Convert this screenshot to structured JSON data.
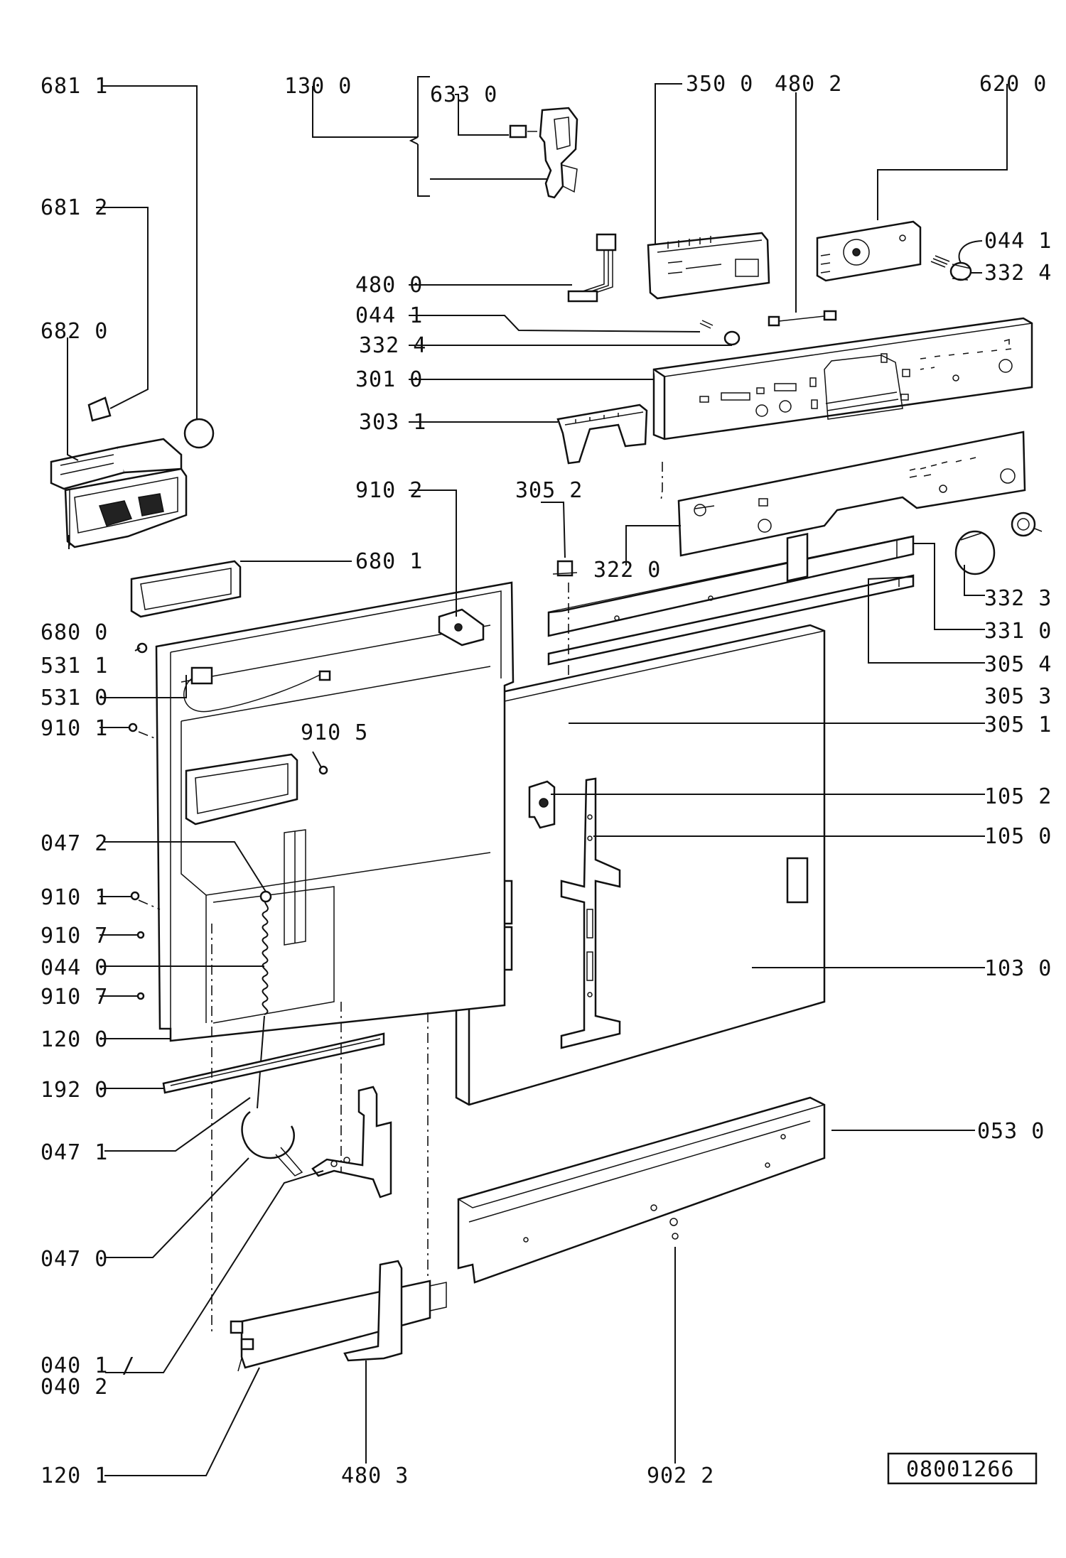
{
  "diagram_ref": "08001266",
  "labels": [
    {
      "id": "l-681-1",
      "text": "681 1"
    },
    {
      "id": "l-130-0",
      "text": "130 0"
    },
    {
      "id": "l-633-0",
      "text": "633 0"
    },
    {
      "id": "l-350-0",
      "text": "350 0"
    },
    {
      "id": "l-480-2",
      "text": "480 2"
    },
    {
      "id": "l-620-0",
      "text": "620 0"
    },
    {
      "id": "l-681-2",
      "text": "681 2"
    },
    {
      "id": "l-044-1-r",
      "text": "044 1"
    },
    {
      "id": "l-332-4-r",
      "text": "332 4"
    },
    {
      "id": "l-480-0",
      "text": "480 0"
    },
    {
      "id": "l-044-1",
      "text": "044 1"
    },
    {
      "id": "l-682-0",
      "text": "682 0"
    },
    {
      "id": "l-332-4",
      "text": "332 4"
    },
    {
      "id": "l-301-0",
      "text": "301 0"
    },
    {
      "id": "l-303-1",
      "text": "303 1"
    },
    {
      "id": "l-910-2",
      "text": "910 2"
    },
    {
      "id": "l-305-2",
      "text": "305 2"
    },
    {
      "id": "l-680-1",
      "text": "680 1"
    },
    {
      "id": "l-322-0",
      "text": "322 0"
    },
    {
      "id": "l-332-3",
      "text": "332 3"
    },
    {
      "id": "l-680-0",
      "text": "680 0"
    },
    {
      "id": "l-331-0",
      "text": "331 0"
    },
    {
      "id": "l-531-1",
      "text": "531 1"
    },
    {
      "id": "l-305-4",
      "text": "305 4"
    },
    {
      "id": "l-531-0",
      "text": "531 0"
    },
    {
      "id": "l-305-3",
      "text": "305 3"
    },
    {
      "id": "l-910-1-a",
      "text": "910 1"
    },
    {
      "id": "l-305-1",
      "text": "305 1"
    },
    {
      "id": "l-910-5",
      "text": "910 5"
    },
    {
      "id": "l-105-2",
      "text": "105 2"
    },
    {
      "id": "l-047-2",
      "text": "047 2"
    },
    {
      "id": "l-105-0",
      "text": "105 0"
    },
    {
      "id": "l-910-1-b",
      "text": "910 1"
    },
    {
      "id": "l-910-7-a",
      "text": "910 7"
    },
    {
      "id": "l-044-0",
      "text": "044 0"
    },
    {
      "id": "l-103-0",
      "text": "103 0"
    },
    {
      "id": "l-910-7-b",
      "text": "910 7"
    },
    {
      "id": "l-120-0",
      "text": "120 0"
    },
    {
      "id": "l-192-0",
      "text": "192 0"
    },
    {
      "id": "l-053-0",
      "text": "053 0"
    },
    {
      "id": "l-047-1",
      "text": "047 1"
    },
    {
      "id": "l-047-0",
      "text": "047 0"
    },
    {
      "id": "l-040-1",
      "text": "040 1 /"
    },
    {
      "id": "l-040-2",
      "text": "040 2"
    },
    {
      "id": "l-120-1",
      "text": "120 1"
    },
    {
      "id": "l-480-3",
      "text": "480 3"
    },
    {
      "id": "l-902-2",
      "text": "902 2"
    }
  ]
}
